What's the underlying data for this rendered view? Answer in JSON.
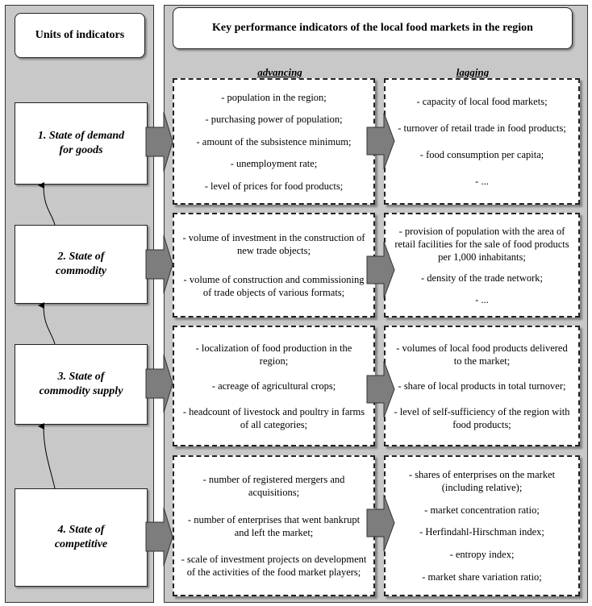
{
  "units_header": "Units of indicators",
  "kpi_header": "Key performance indicators of the local food markets in the region",
  "column_labels": {
    "advancing": "advancing",
    "lagging": "lagging"
  },
  "units": [
    {
      "line1": "1. State of demand",
      "line2": "for goods"
    },
    {
      "line1": "2. State of",
      "line2": "commodity"
    },
    {
      "line1": "3. State of",
      "line2": "commodity supply"
    },
    {
      "line1": "4. State of",
      "line2": "competitive"
    }
  ],
  "advancing": [
    [
      "- population in the region;",
      "- purchasing power of population;",
      "- amount of the subsistence minimum;",
      "- unemployment rate;",
      "- level of prices for food products;"
    ],
    [
      "- volume of investment in the construction of new trade objects;",
      "- volume of construction and commissioning of trade objects of various formats;"
    ],
    [
      "- localization of food production in the region;",
      "- acreage of agricultural crops;",
      "- headcount of livestock and poultry in farms of all categories;"
    ],
    [
      "- number of registered mergers and acquisitions;",
      "- number of enterprises that went bankrupt and left the market;",
      "- scale of investment projects on development of the activities of the food market players;"
    ]
  ],
  "lagging": [
    [
      "- capacity of local food markets;",
      "- turnover of retail trade in food products;",
      "- food consumption per capita;",
      "- ..."
    ],
    [
      "- provision of population with the area of retail facilities for the sale of food products per 1,000 inhabitants;",
      "- density of the trade network;",
      "- ..."
    ],
    [
      "- volumes of local food products delivered to the market;",
      "- share of local products in total turnover;",
      "- level of self-sufficiency of the region with food products;"
    ],
    [
      "- shares of enterprises on the market (including relative);",
      "- market concentration ratio;",
      "- Herfindahl-Hirschman index;",
      "- entropy index;",
      "- market share variation ratio;"
    ]
  ]
}
